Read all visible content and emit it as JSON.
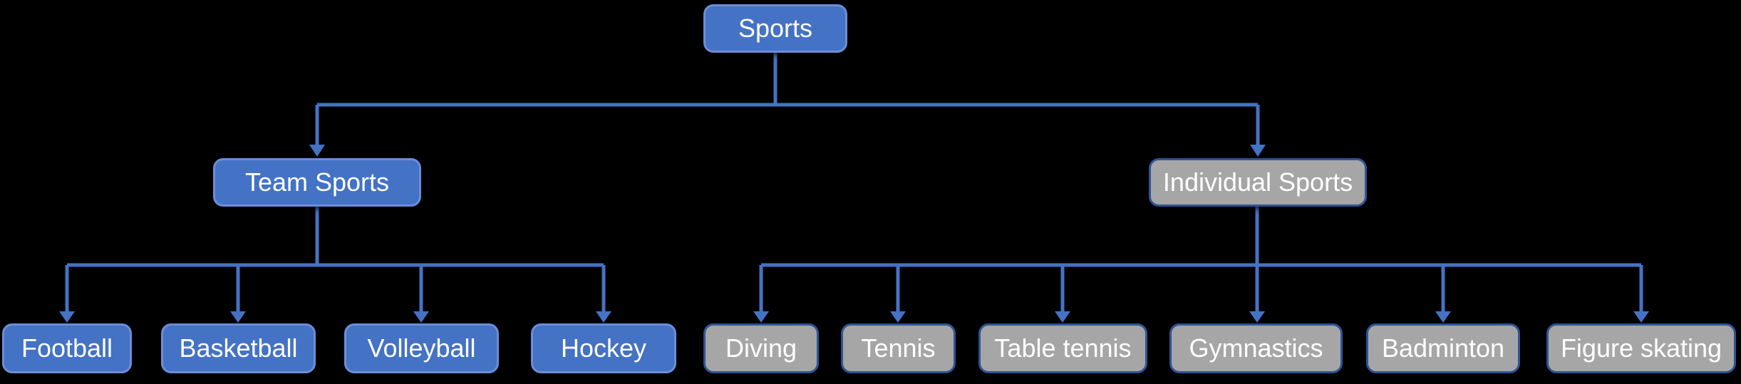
{
  "diagram": {
    "type": "hierarchy-tree",
    "root": {
      "label": "Sports",
      "style": "blue"
    },
    "branches": [
      {
        "label": "Team Sports",
        "style": "blue",
        "children": [
          {
            "label": "Football",
            "style": "blue"
          },
          {
            "label": "Basketball",
            "style": "blue"
          },
          {
            "label": "Volleyball",
            "style": "blue"
          },
          {
            "label": "Hockey",
            "style": "blue"
          }
        ]
      },
      {
        "label": "Individual Sports",
        "style": "gray",
        "children": [
          {
            "label": "Diving",
            "style": "gray"
          },
          {
            "label": "Tennis",
            "style": "gray"
          },
          {
            "label": "Table tennis",
            "style": "gray"
          },
          {
            "label": "Gymnastics",
            "style": "gray"
          },
          {
            "label": "Badminton",
            "style": "gray"
          },
          {
            "label": "Figure skating",
            "style": "gray"
          }
        ]
      }
    ]
  },
  "colors": {
    "background": "#000000",
    "blue_fill": "#4472C4",
    "blue_border": "#6C8ED8",
    "gray_fill": "#A6A6A6",
    "gray_border": "#2F5496",
    "connector": "#4472C4",
    "text": "#FFFFFF"
  }
}
